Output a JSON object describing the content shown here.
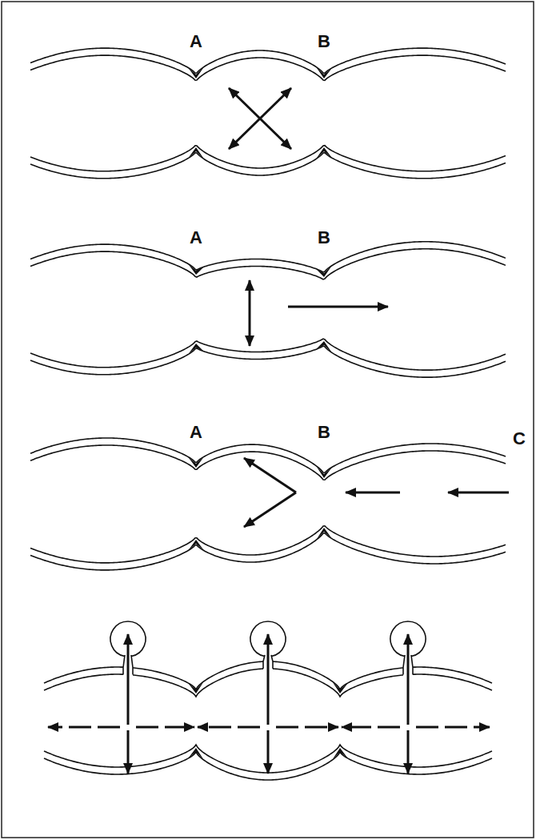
{
  "diagram": {
    "labels": [
      "A",
      "B",
      "A",
      "B",
      "A",
      "B",
      "C"
    ]
  }
}
